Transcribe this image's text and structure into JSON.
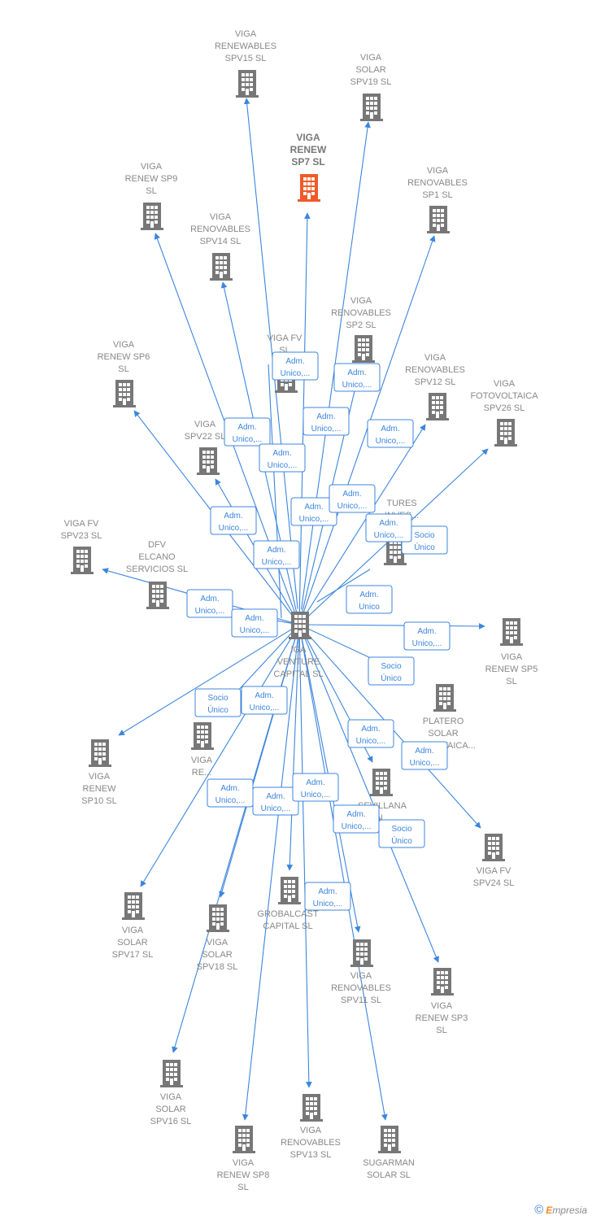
{
  "colors": {
    "edge": "#3c85dd",
    "building": "#777777",
    "building_highlight": "#f05a28",
    "label": "#888888"
  },
  "center_label": [
    "IGA",
    "VENTURE",
    "CAPITAL SL"
  ],
  "nodes": [
    {
      "id": "spv15",
      "label": [
        "VIGA",
        "RENEWABLES",
        "SPV15 SL"
      ]
    },
    {
      "id": "spv19",
      "label": [
        "VIGA",
        "SOLAR",
        "SPV19 SL"
      ]
    },
    {
      "id": "sp7",
      "label": [
        "VIGA",
        "RENEW",
        "SP7 SL"
      ],
      "highlight": true
    },
    {
      "id": "sp9",
      "label": [
        "VIGA",
        "RENEW SP9",
        "SL"
      ]
    },
    {
      "id": "sp1",
      "label": [
        "VIGA",
        "RENOVABLES",
        "SP1 SL"
      ]
    },
    {
      "id": "spv14",
      "label": [
        "VIGA",
        "RENOVABLES",
        "SPV14 SL"
      ]
    },
    {
      "id": "sp2",
      "label": [
        "VIGA",
        "RENOVABLES",
        "SP2 SL"
      ]
    },
    {
      "id": "vfv",
      "label": [
        "VIGA FV",
        "SL"
      ]
    },
    {
      "id": "sp6",
      "label": [
        "VIGA",
        "RENEW SP6",
        "SL"
      ]
    },
    {
      "id": "spv12",
      "label": [
        "VIGA",
        "RENOVABLES",
        "SPV12 SL"
      ]
    },
    {
      "id": "spv26",
      "label": [
        "VIGA",
        "FOTOVOLTAICA",
        "SPV26 SL"
      ]
    },
    {
      "id": "spv22",
      "label": [
        "VIGA",
        "SPV22 SL"
      ]
    },
    {
      "id": "ventures",
      "label": [
        "TURES",
        "INVES..."
      ]
    },
    {
      "id": "spv23",
      "label": [
        "VIGA FV",
        "SPV23 SL"
      ]
    },
    {
      "id": "dfv",
      "label": [
        "DFV",
        "ELCANO",
        "SERVICIOS SL"
      ]
    },
    {
      "id": "sp5",
      "label": [
        "VIGA",
        "RENEW SP5",
        "SL"
      ]
    },
    {
      "id": "platero",
      "label": [
        "PLATERO",
        "SOLAR",
        "...OVOLTAICA..."
      ]
    },
    {
      "id": "sp10",
      "label": [
        "VIGA",
        "RENEW",
        "SP10 SL"
      ]
    },
    {
      "id": "vre",
      "label": [
        "VIGA",
        "RE..."
      ]
    },
    {
      "id": "sevillana",
      "label": [
        "SEVILLANA",
        "IN..."
      ]
    },
    {
      "id": "spv24",
      "label": [
        "VIGA FV",
        "SPV24 SL"
      ]
    },
    {
      "id": "spv17",
      "label": [
        "VIGA",
        "SOLAR",
        "SPV17 SL"
      ]
    },
    {
      "id": "spv18",
      "label": [
        "VIGA",
        "SOLAR",
        "SPV18 SL"
      ]
    },
    {
      "id": "grobalcast",
      "label": [
        "GROBALCAST",
        "CAPITAL SL"
      ]
    },
    {
      "id": "spv11",
      "label": [
        "VIGA",
        "RENOVABLES",
        "SPV11 SL"
      ]
    },
    {
      "id": "sp3",
      "label": [
        "VIGA",
        "RENEW SP3",
        "SL"
      ]
    },
    {
      "id": "spv16",
      "label": [
        "VIGA",
        "SOLAR",
        "SPV16 SL"
      ]
    },
    {
      "id": "spv13",
      "label": [
        "VIGA",
        "RENOVABLES",
        "SPV13 SL"
      ]
    },
    {
      "id": "sp8",
      "label": [
        "VIGA",
        "RENEW SP8",
        "SL"
      ]
    },
    {
      "id": "sugarman",
      "label": [
        "SUGARMAN",
        "SOLAR SL"
      ]
    }
  ],
  "edge_labels": [
    [
      "Adm.",
      "Unico,..."
    ],
    [
      "Adm.",
      "Unico,..."
    ],
    [
      "Adm.",
      "Unico,..."
    ],
    [
      "Adm.",
      "Unico,..."
    ],
    [
      "Adm.",
      "Unico,..."
    ],
    [
      "Adm.",
      "Unico,..."
    ],
    [
      "Adm.",
      "Unico,..."
    ],
    [
      "Adm.",
      "Unico,..."
    ],
    [
      "Adm.",
      "Unico,..."
    ],
    [
      "Adm.",
      "Unico,..."
    ],
    [
      "Socio",
      "Único"
    ],
    [
      "Adm.",
      "Unico,..."
    ],
    [
      "Adm.",
      "Unico,..."
    ],
    [
      "Adm.",
      "Unico"
    ],
    [
      "Adm.",
      "Unico,..."
    ],
    [
      "Adm.",
      "Unico,..."
    ],
    [
      "Socio",
      "Único"
    ],
    [
      "Adm.",
      "Unico,..."
    ],
    [
      "Socio",
      "Único"
    ],
    [
      "Adm.",
      "Unico,..."
    ],
    [
      "Adm.",
      "Unico,..."
    ],
    [
      "Adm.",
      "Unico,..."
    ],
    [
      "Adm.",
      "Unico,..."
    ],
    [
      "Adm.",
      "Unico,..."
    ],
    [
      "Adm.",
      "Unico,..."
    ],
    [
      "Socio",
      "Único"
    ],
    [
      "Adm.",
      "Unico,..."
    ]
  ],
  "footer": {
    "copyright": "©",
    "brand_first": "E",
    "brand_rest": "mpresia"
  }
}
